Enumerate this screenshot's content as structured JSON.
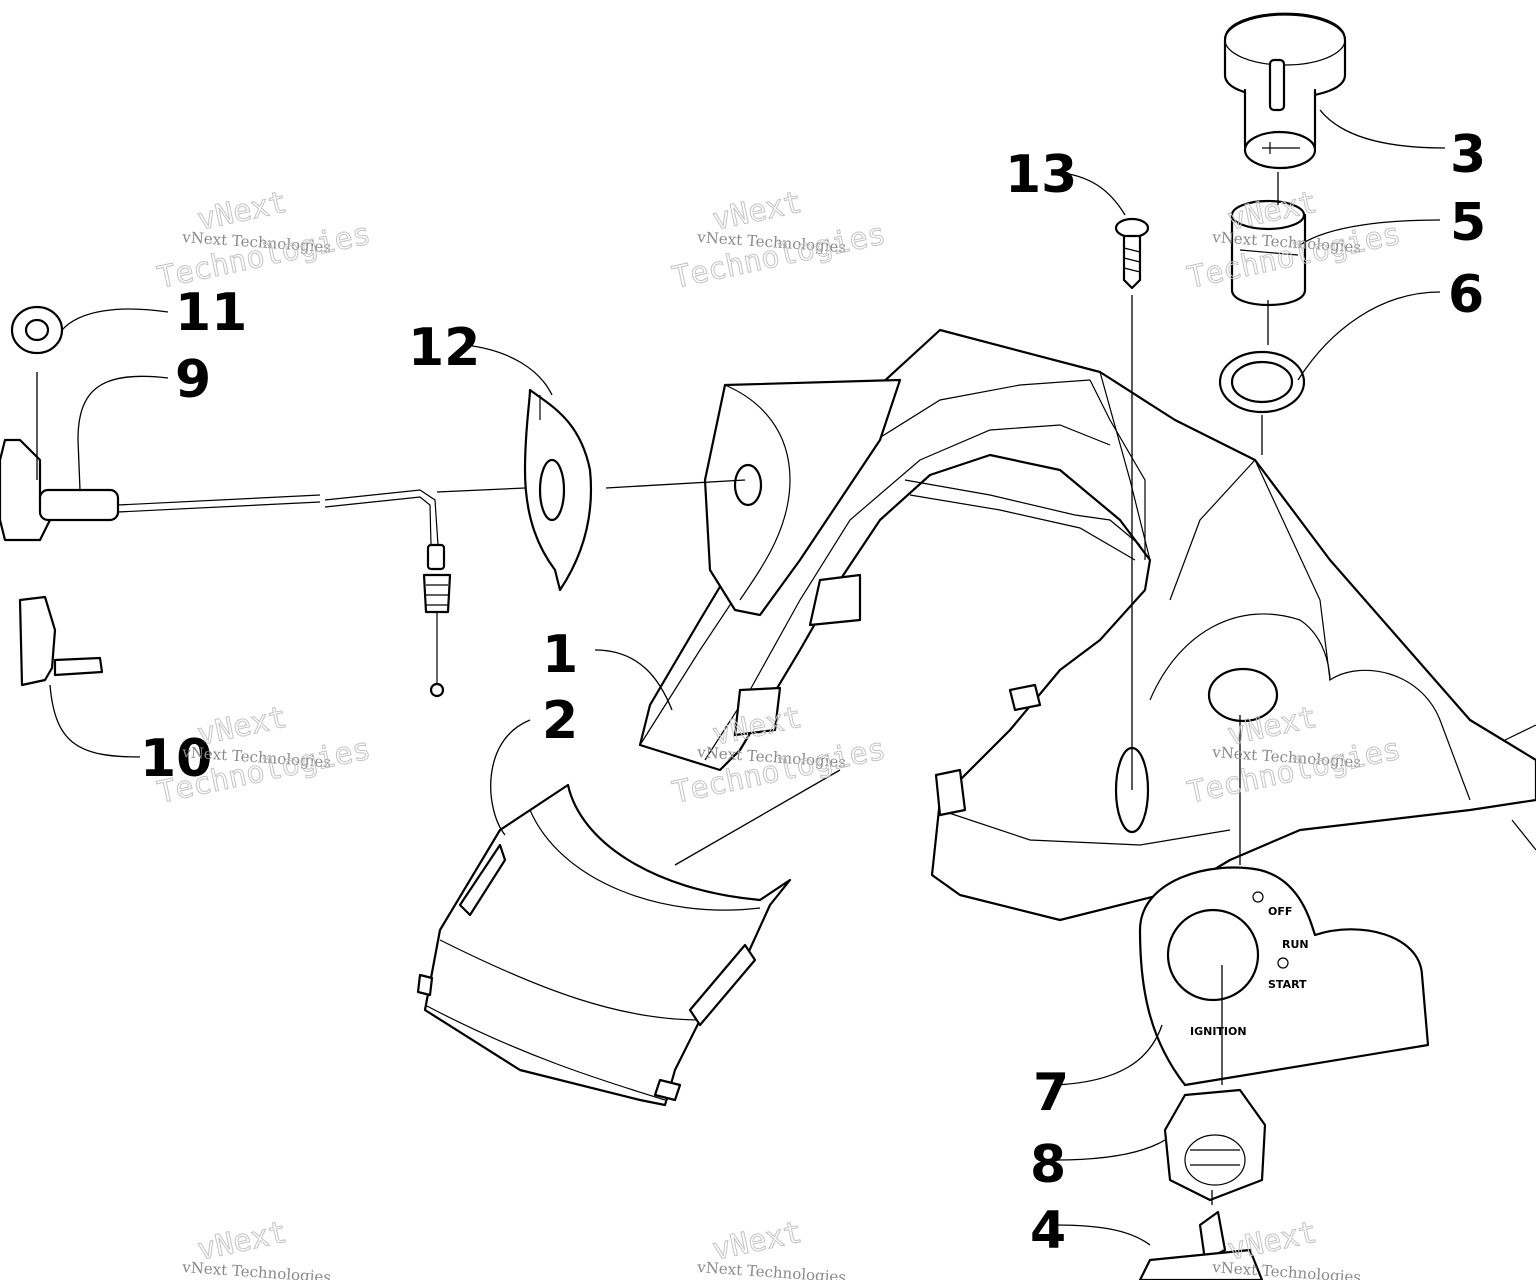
{
  "diagram": {
    "callouts": [
      {
        "id": "1",
        "label": "1"
      },
      {
        "id": "2",
        "label": "2"
      },
      {
        "id": "3",
        "label": "3"
      },
      {
        "id": "4",
        "label": "4"
      },
      {
        "id": "5",
        "label": "5"
      },
      {
        "id": "6",
        "label": "6"
      },
      {
        "id": "7",
        "label": "7"
      },
      {
        "id": "8",
        "label": "8"
      },
      {
        "id": "9",
        "label": "9"
      },
      {
        "id": "10",
        "label": "10"
      },
      {
        "id": "11",
        "label": "11"
      },
      {
        "id": "12",
        "label": "12"
      },
      {
        "id": "13",
        "label": "13"
      }
    ],
    "ignition_plate": {
      "off": "OFF",
      "run": "RUN",
      "start": "START",
      "title": "IGNITION"
    },
    "watermark": {
      "line1": "vNext",
      "line2": "vNext Technologies",
      "line3": "Technologies"
    }
  }
}
